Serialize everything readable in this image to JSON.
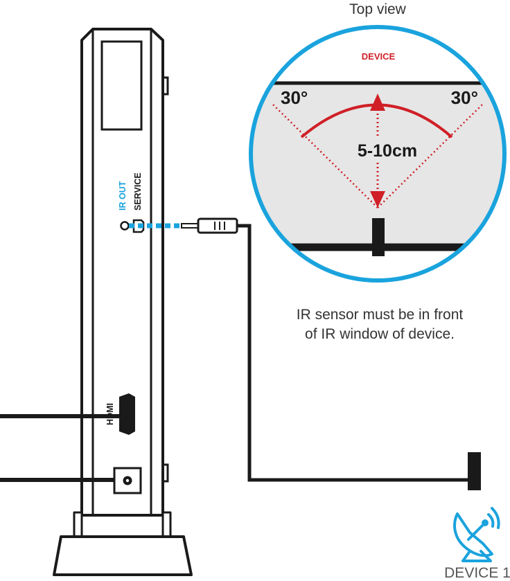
{
  "diagram": {
    "top_view_label": "Top view",
    "device_label": "DEVICE",
    "angle_left": "30°",
    "angle_right": "30°",
    "distance": "5-10cm",
    "port_ir_out": "IR OUT",
    "port_service": "SERVICE",
    "port_hdmi": "HDMI",
    "caption_line1": "IR sensor must be in front",
    "caption_line2": "of IR window of device.",
    "device1_label": "DEVICE 1",
    "icons": [
      "satellite-dish-icon"
    ],
    "colors": {
      "accent_blue": "#1aa3dd",
      "accent_red": "#d01f26",
      "zone_fill": "#e6e6e6",
      "ink": "#1a1a1a"
    }
  }
}
